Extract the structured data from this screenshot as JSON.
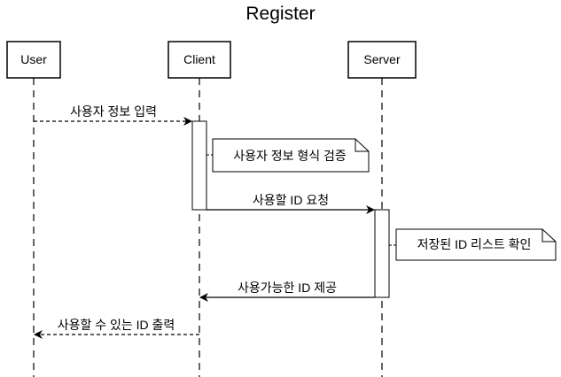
{
  "diagram": {
    "title": "Register",
    "participants": [
      {
        "id": "user",
        "label": "User"
      },
      {
        "id": "client",
        "label": "Client"
      },
      {
        "id": "server",
        "label": "Server"
      }
    ],
    "messages": [
      {
        "from": "user",
        "to": "client",
        "label": "사용자 정보 입력",
        "style": "dashed"
      },
      {
        "from": "client",
        "to": "server",
        "label": "사용할 ID 요청",
        "style": "solid"
      },
      {
        "from": "server",
        "to": "client",
        "label": "사용가능한 ID 제공",
        "style": "solid"
      },
      {
        "from": "client",
        "to": "user",
        "label": "사용할 수 있는 ID 출력",
        "style": "dashed"
      }
    ],
    "notes": [
      {
        "on": "client",
        "text": "사용자 정보 형식 검증"
      },
      {
        "on": "server",
        "text": "저장된 ID 리스트 확인"
      }
    ]
  }
}
